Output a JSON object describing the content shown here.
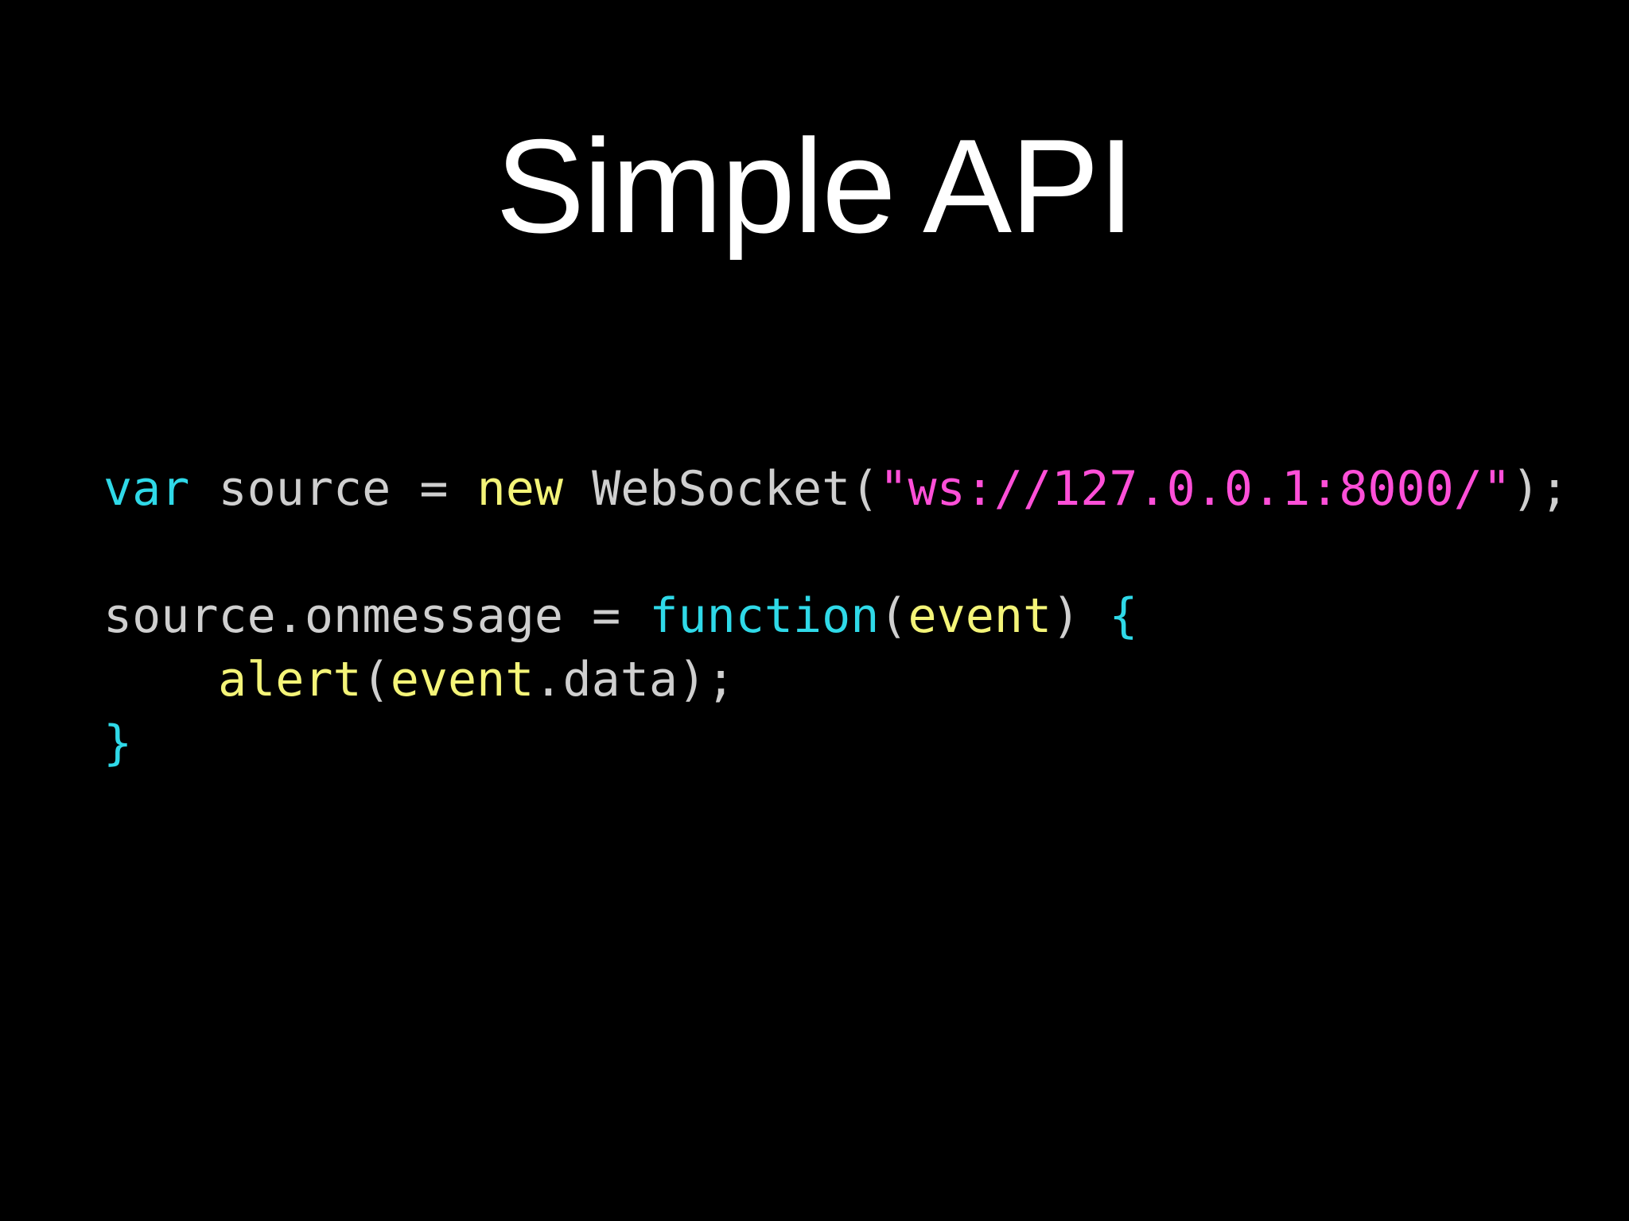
{
  "slide": {
    "title": "Simple API"
  },
  "code": {
    "line1": {
      "var": "var",
      "sp1": " source = ",
      "new": "new",
      "sp2": " WebSocket(",
      "url": "\"ws://127.0.0.1:8000/\"",
      "end": ");"
    },
    "line2": {
      "lhs": "source.onmessage = ",
      "function": "function",
      "paren_open": "(",
      "param": "event",
      "paren_close": ") ",
      "brace": "{"
    },
    "line3": {
      "alert": "alert",
      "paren_open": "(",
      "event": "event",
      "rest": ".data);"
    },
    "line4": {
      "brace": "}"
    }
  },
  "colors": {
    "background": "#000000",
    "title": "#ffffff",
    "keyword_cyan": "#2fd9e8",
    "keyword_yellow": "#f4f478",
    "string_magenta": "#ff4fd8",
    "plain_text": "#cfcfcf"
  }
}
